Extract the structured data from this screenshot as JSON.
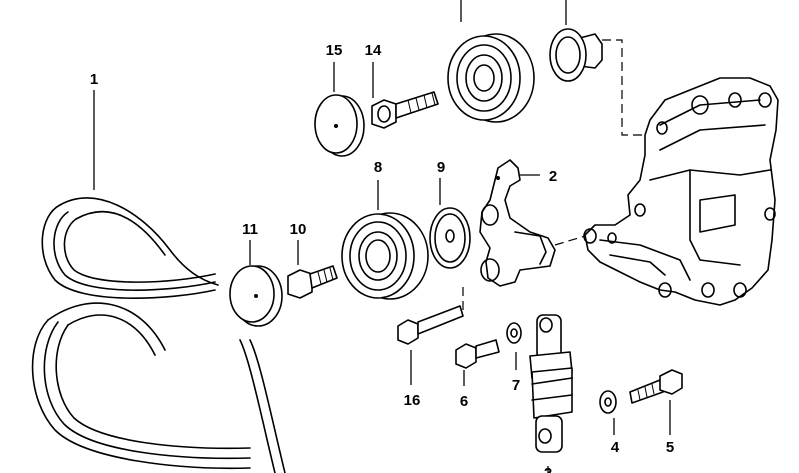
{
  "callouts": {
    "c1": "1",
    "c2": "2",
    "c2b": "2",
    "c4": "4",
    "c5": "5",
    "c6": "6",
    "c7": "7",
    "c8": "8",
    "c9": "9",
    "c10": "10",
    "c11": "11",
    "c14": "14",
    "c15": "15",
    "c16": "16"
  }
}
